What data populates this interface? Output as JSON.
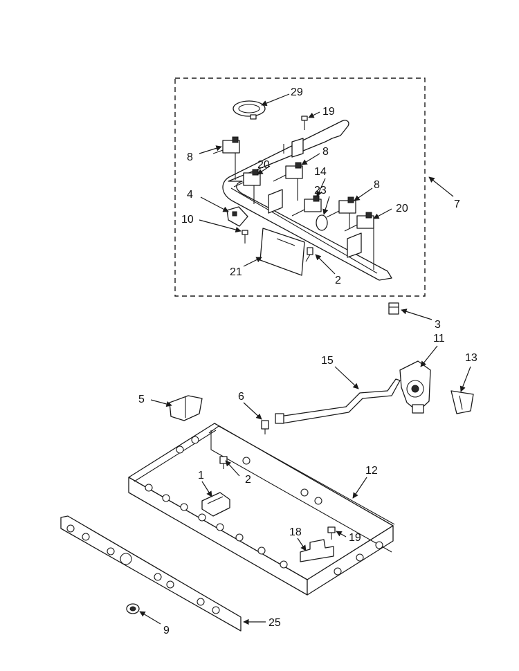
{
  "callouts": [
    {
      "id": "c29",
      "text": "29"
    },
    {
      "id": "c19a",
      "text": "19"
    },
    {
      "id": "c8a",
      "text": "8"
    },
    {
      "id": "c8b",
      "text": "8"
    },
    {
      "id": "c20a",
      "text": "20"
    },
    {
      "id": "c14",
      "text": "14"
    },
    {
      "id": "c23",
      "text": "23"
    },
    {
      "id": "c8c",
      "text": "8"
    },
    {
      "id": "c20b",
      "text": "20"
    },
    {
      "id": "c4",
      "text": "4"
    },
    {
      "id": "c10",
      "text": "10"
    },
    {
      "id": "c21",
      "text": "21"
    },
    {
      "id": "c2a",
      "text": "2"
    },
    {
      "id": "c7",
      "text": "7"
    },
    {
      "id": "c3",
      "text": "3"
    },
    {
      "id": "c11",
      "text": "11"
    },
    {
      "id": "c15",
      "text": "15"
    },
    {
      "id": "c13",
      "text": "13"
    },
    {
      "id": "c5",
      "text": "5"
    },
    {
      "id": "c6",
      "text": "6"
    },
    {
      "id": "c1",
      "text": "1"
    },
    {
      "id": "c2b",
      "text": "2"
    },
    {
      "id": "c12",
      "text": "12"
    },
    {
      "id": "c18",
      "text": "18"
    },
    {
      "id": "c19b",
      "text": "19"
    },
    {
      "id": "c9",
      "text": "9"
    },
    {
      "id": "c25",
      "text": "25"
    }
  ]
}
